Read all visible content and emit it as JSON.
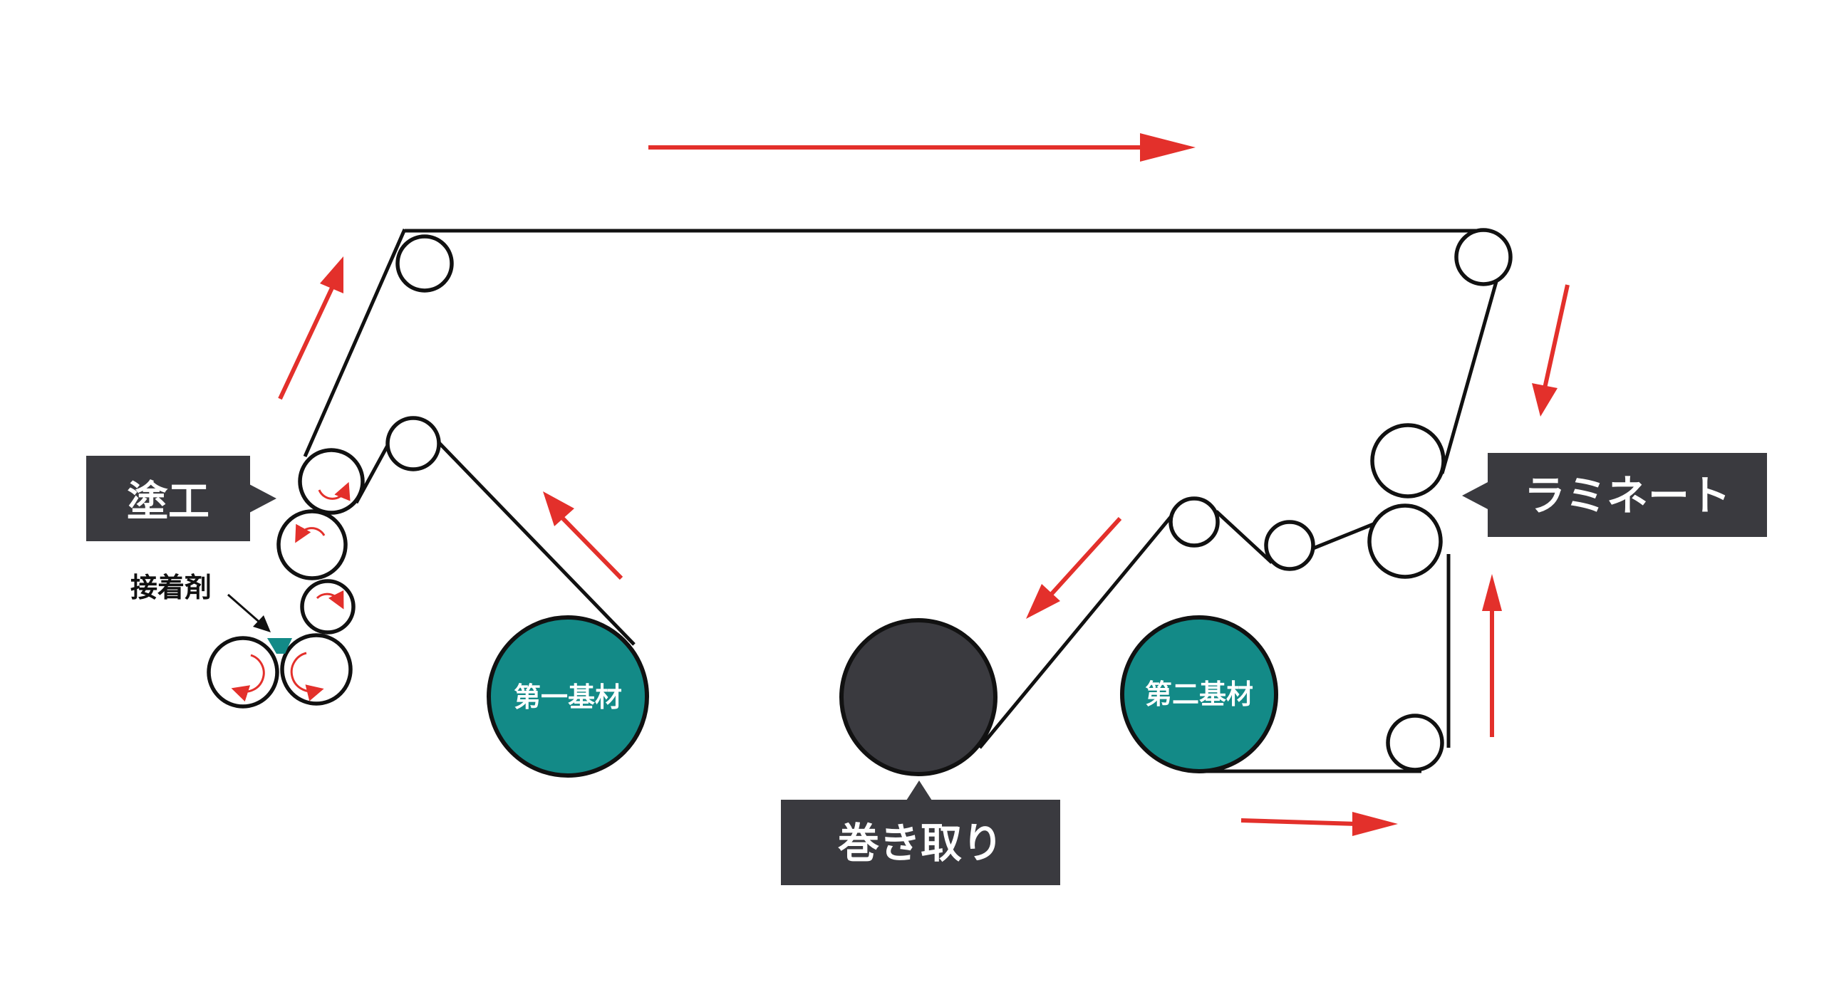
{
  "labels": {
    "coating": "塗工",
    "adhesive": "接着剤",
    "first_substrate": "第一基材",
    "second_substrate": "第二基材",
    "winding": "巻き取り",
    "laminate": "ラミネート"
  },
  "colors": {
    "flow_arrow": "#e3302b",
    "substrate_roll": "#138a87",
    "winding_roll": "#3a3a3f",
    "label_box": "#3a3a3f",
    "web_line": "#111111",
    "adhesive": "#138a87"
  }
}
